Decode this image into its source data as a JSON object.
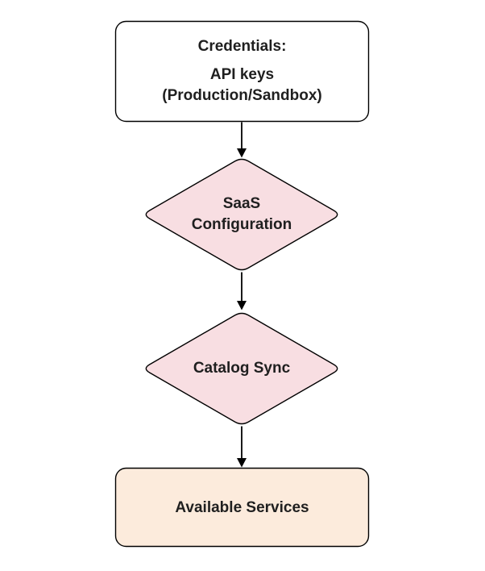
{
  "page": {
    "background": "#ffffff",
    "text_color": "#1f1f1f",
    "outline_color": "#000000",
    "arrow_color": "#000000"
  },
  "diagram": {
    "type": "flowchart",
    "direction": "top-down",
    "nodes": {
      "credentials": {
        "shape": "rounded-rectangle",
        "title": "Credentials:",
        "subtitle": "API keys (Production/Sandbox)",
        "fill": "#ffffff",
        "border": "#000000"
      },
      "saas_config": {
        "shape": "diamond",
        "label": "SaaS Configuration",
        "fill": "#f8dee2",
        "border": "#000000"
      },
      "catalog_sync": {
        "shape": "diamond",
        "label": "Catalog Sync",
        "fill": "#f8dee2",
        "border": "#000000"
      },
      "available_services": {
        "shape": "rounded-rectangle",
        "label": "Available Services",
        "fill": "#fcebdc",
        "border": "#000000"
      }
    },
    "edges": [
      {
        "from": "credentials",
        "to": "saas_config",
        "style": "arrow-down"
      },
      {
        "from": "saas_config",
        "to": "catalog_sync",
        "style": "arrow-down"
      },
      {
        "from": "catalog_sync",
        "to": "available_services",
        "style": "arrow-down"
      }
    ]
  }
}
